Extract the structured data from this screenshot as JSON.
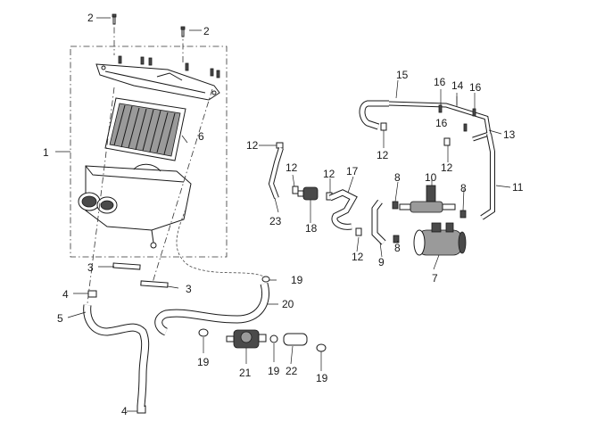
{
  "callouts": {
    "c1": "1",
    "c2a": "2",
    "c2b": "2",
    "c3a": "3",
    "c3b": "3",
    "c4a": "4",
    "c4b": "4",
    "c5": "5",
    "c6": "6",
    "c7": "7",
    "c8a": "8",
    "c8b": "8",
    "c8c": "8",
    "c9": "9",
    "c10": "10",
    "c11": "11",
    "c12a": "12",
    "c12b": "12",
    "c12c": "12",
    "c12d": "12",
    "c12e": "12",
    "c12f": "12",
    "c13": "13",
    "c14": "14",
    "c15": "15",
    "c16a": "16",
    "c16b": "16",
    "c16c": "16",
    "c17": "17",
    "c18": "18",
    "c19a": "19",
    "c19b": "19",
    "c19c": "19",
    "c19d": "19",
    "c20": "20",
    "c21": "21",
    "c22": "22",
    "c23": "23"
  }
}
